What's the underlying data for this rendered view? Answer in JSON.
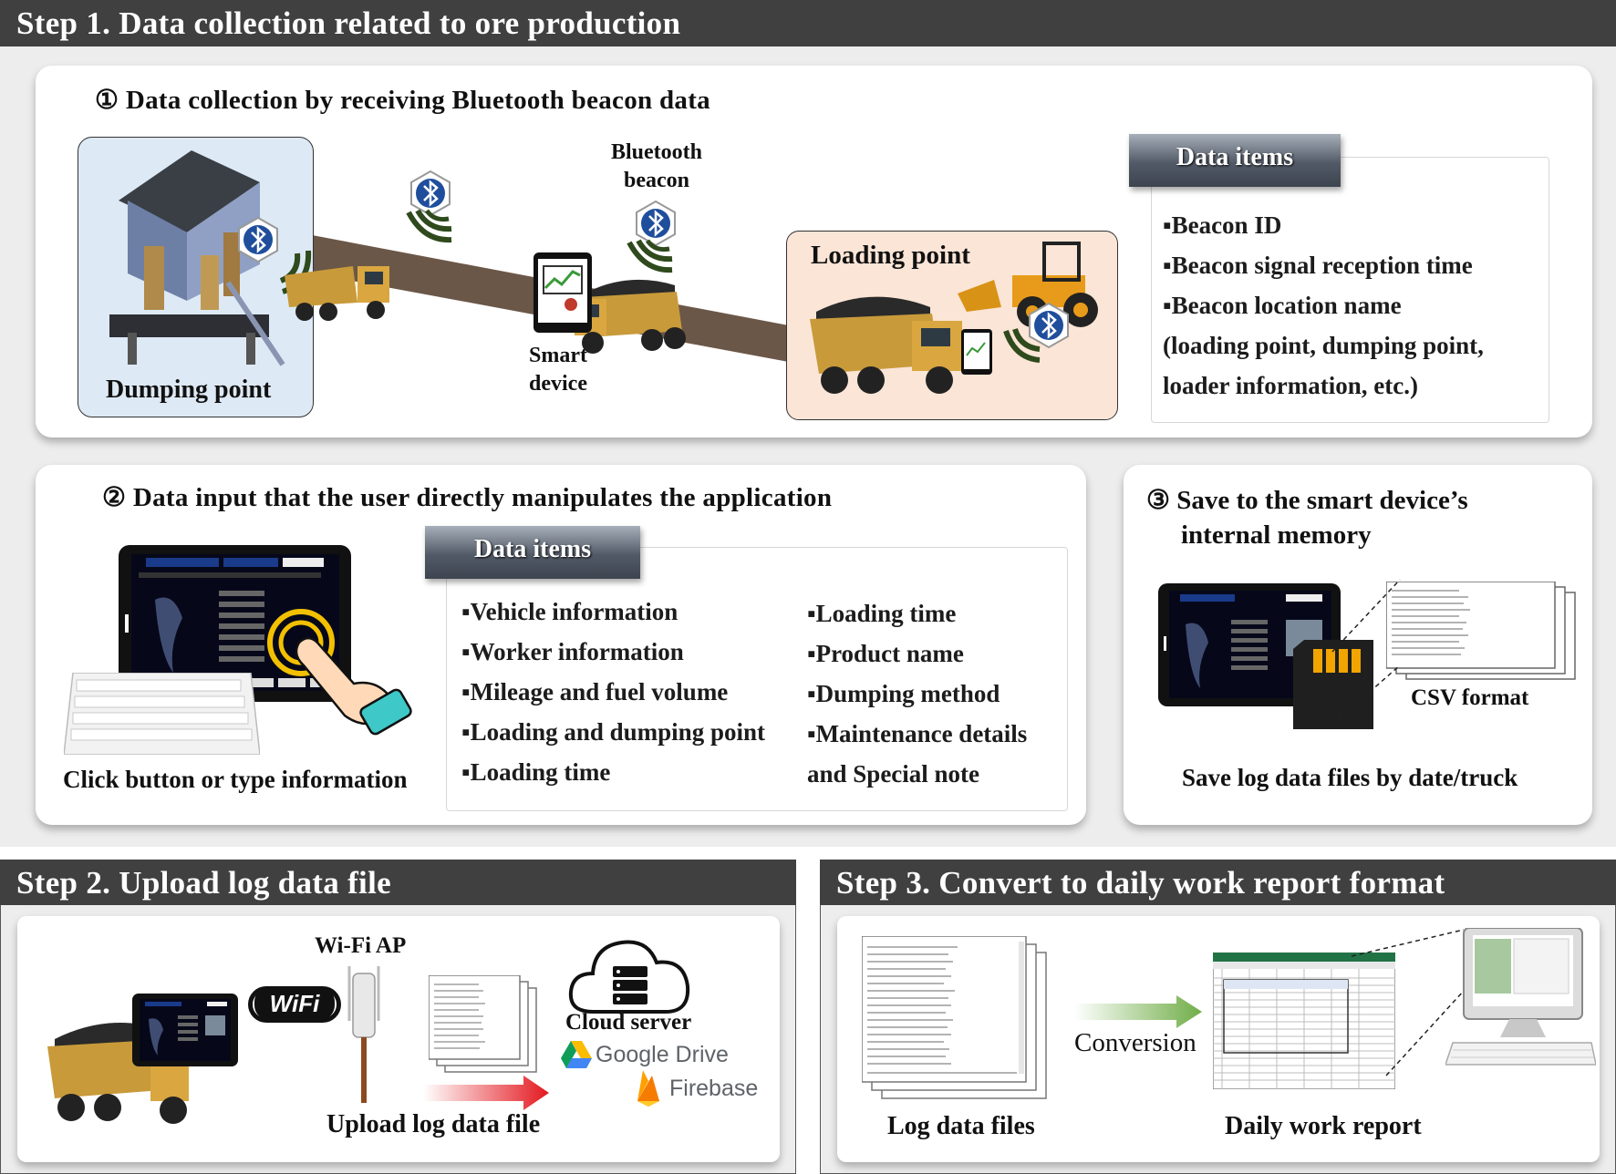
{
  "step1": {
    "header": "Step 1. Data collection related to ore production",
    "panel1": {
      "title": "① Data collection by receiving Bluetooth beacon data",
      "dumping_label": "Dumping point",
      "loading_label": "Loading point",
      "beacon_label": [
        "Bluetooth",
        "beacon"
      ],
      "smart_device_label": [
        "Smart",
        "device"
      ],
      "items_tab": "Data items",
      "items": [
        "▪Beacon ID",
        "▪Beacon signal reception time",
        "▪Beacon location name",
        " (loading point, dumping point,",
        " loader information, etc.)"
      ]
    },
    "panel2": {
      "title": "② Data input that the user directly manipulates the application",
      "caption": "Click button or type information",
      "items_tab": "Data items",
      "items_left": [
        "▪Vehicle information",
        "▪Worker information",
        "▪Mileage and fuel volume",
        "▪Loading and dumping point",
        "▪Loading time"
      ],
      "items_right": [
        "▪Loading time",
        "▪Product name",
        "▪Dumping method",
        "▪Maintenance details",
        " and Special note"
      ]
    },
    "panel3": {
      "title": [
        "③ Save to the smart device’s",
        "internal memory"
      ],
      "csv_label": "CSV format",
      "caption": "Save log data files by date/truck"
    }
  },
  "step2": {
    "header": "Step 2. Upload log data file",
    "wifi_ap_label": "Wi-Fi AP",
    "wifi_logo": "WiFi",
    "cloud_label": "Cloud server",
    "google_drive": "Google Drive",
    "firebase": "Firebase",
    "caption": "Upload log data file"
  },
  "step3": {
    "header": "Step 3. Convert to daily work report format",
    "conversion_label": "Conversion",
    "log_caption": "Log data files",
    "report_caption": "Daily work report"
  },
  "colors": {
    "header_bg": "#404040",
    "zone_bg": "#ededed",
    "dumping_bg": "#dde9f5",
    "loading_bg": "#fbe5d6",
    "road": "#6b5748",
    "arrow_red": "#e3181f",
    "arrow_green": "#70ad47",
    "bluetooth": "#1f4e9c"
  }
}
